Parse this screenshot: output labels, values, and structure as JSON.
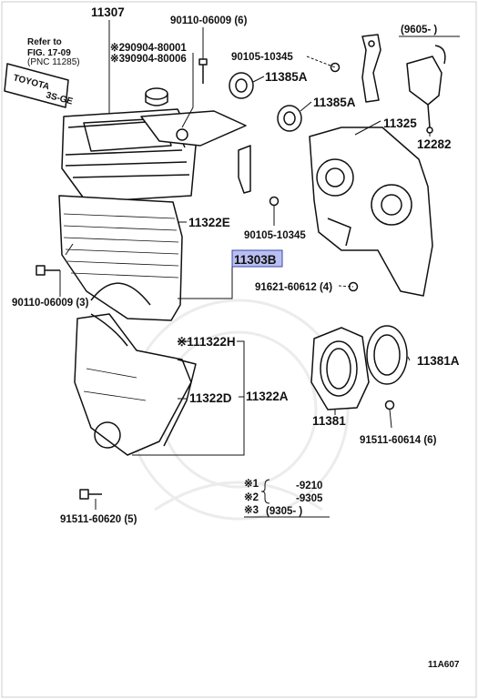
{
  "parts": {
    "p11307": "11307",
    "p90110_06009_6": "90110-06009 (6)",
    "p290904_80001": "※290904-80001",
    "p390904_80006": "※390904-80006",
    "p90105_10345": "90105-10345",
    "p11385A_1": "11385A",
    "p11385A_2": "11385A",
    "p11325": "11325",
    "p12282": "12282",
    "p11322E": "11322E",
    "p90105_10345_b": "90105-10345",
    "p11303B": "11303B",
    "p90110_06009_3": "90110-06009 (3)",
    "p91621_60612": "91621-60612 (4)",
    "p11322H": "※111322H",
    "p11322D": "11322D",
    "p11322A": "11322A",
    "p11381A": "11381A",
    "p11381": "11381",
    "p91511_60614": "91511-60614 (6)",
    "p91511_60620": "91511-60620 (5)"
  },
  "refer": {
    "line1": "Refer to",
    "line2": "FIG. 17-09",
    "line3": "(PNC 11285)",
    "sticker1": "TOYOTA",
    "sticker2": "3S-GE"
  },
  "date_bracket": "(9605-        )",
  "legend": {
    "row1_mark": "※1",
    "row1_range": "-9210",
    "row2_mark": "※2",
    "row2_range": "-9305",
    "row3_mark": "※3",
    "row3_range": "(9305-        )"
  },
  "figure_code": "11A607"
}
